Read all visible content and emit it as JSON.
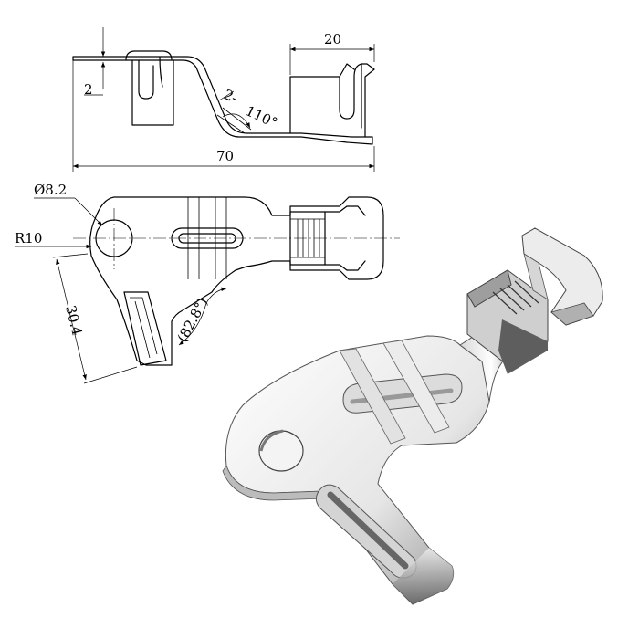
{
  "side_view": {
    "thickness_dim": "2",
    "crimp_width_dim": "20",
    "bend_dim": "2-",
    "angle_dim": "110°",
    "length_dim": "70"
  },
  "plan_view": {
    "hole_dia_dim": "Ø8.2",
    "radius_dim": "R10",
    "leg_length_dim": "30.4",
    "leg_angle_dim": "(82.8°)"
  },
  "iso_view": {
    "description_icon": "terminal-lug-3d-render"
  }
}
